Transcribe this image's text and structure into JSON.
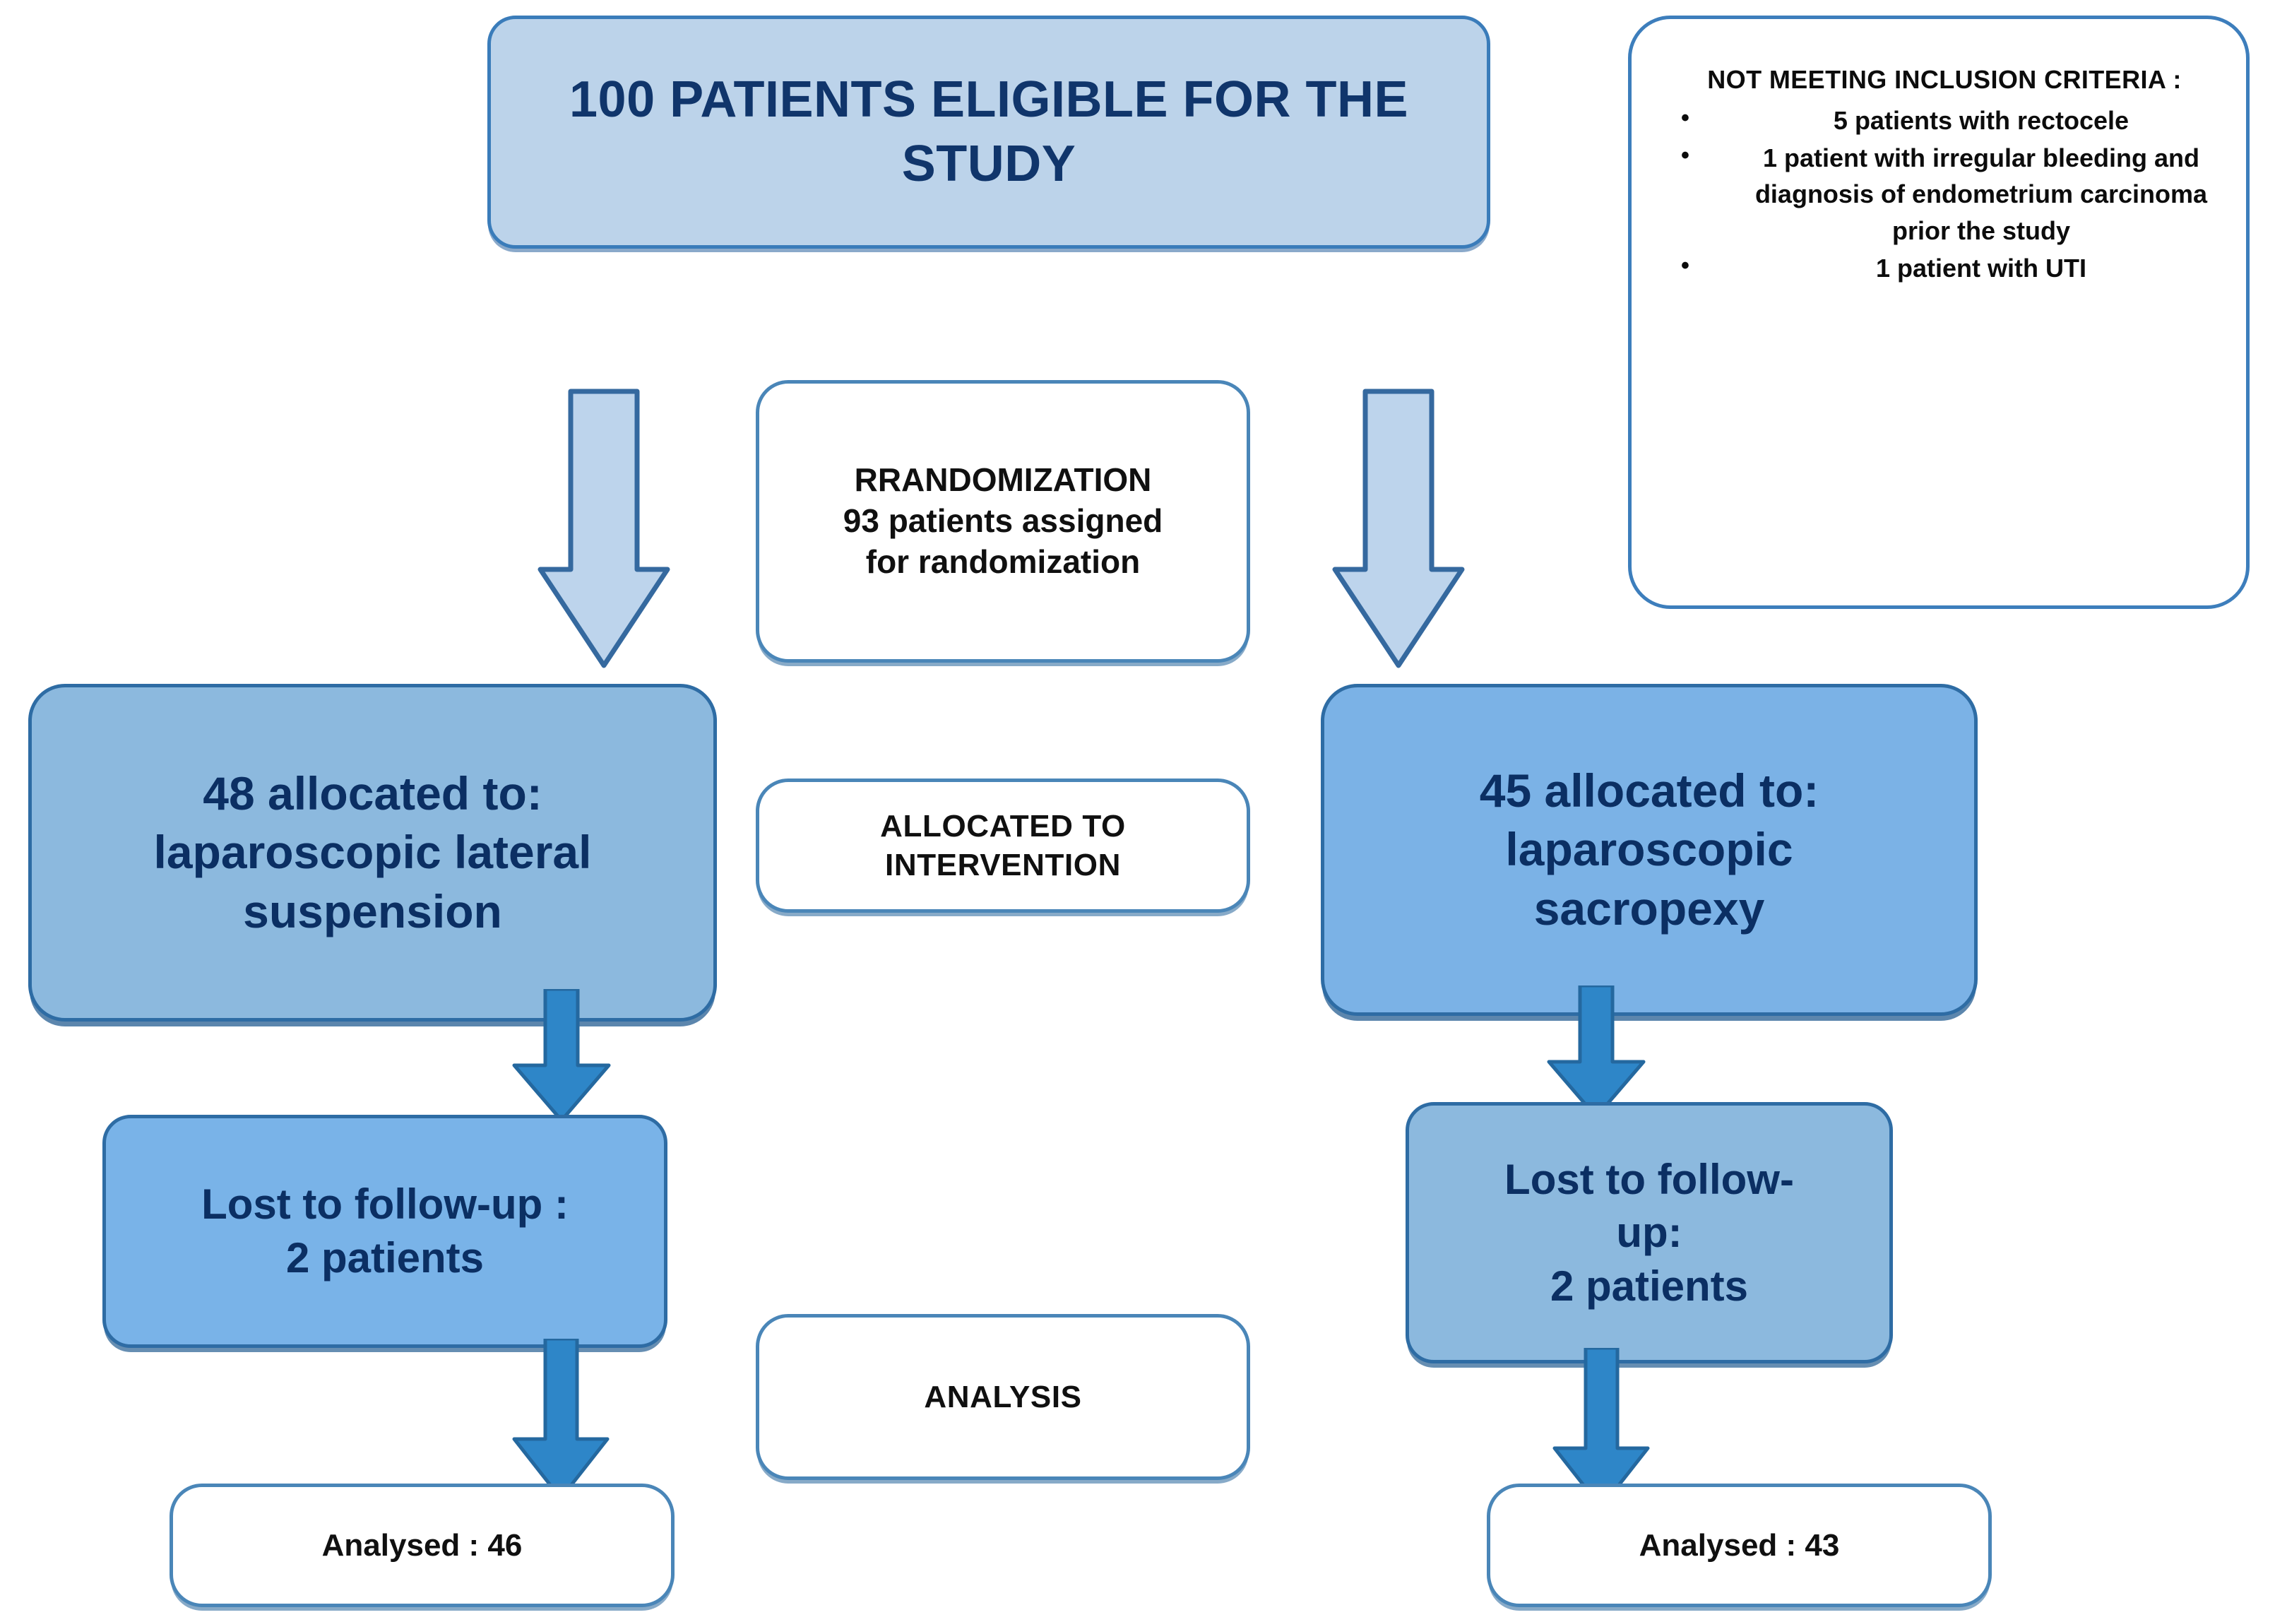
{
  "diagram": {
    "title_box": {
      "text": "100 PATIENTS ELIGIBLE FOR THE STUDY"
    },
    "exclusion_box": {
      "heading": "NOT MEETING INCLUSION CRITERIA :",
      "items": [
        "5 patients with rectocele",
        "1 patient with irregular bleeding and diagnosis of endometrium carcinoma prior the study",
        "1 patient with UTI"
      ]
    },
    "randomization_box": {
      "line1": "RRANDOMIZATION",
      "line2": "93 patients assigned",
      "line3": "for randomization"
    },
    "allocation_label_box": {
      "line1": "ALLOCATED  TO",
      "line2": "INTERVENTION"
    },
    "analysis_label_box": {
      "text": "ANALYSIS"
    },
    "left_arm": {
      "allocated": {
        "line1": "48 allocated to:",
        "line2": "laparoscopic  lateral",
        "line3": "suspension"
      },
      "lost": {
        "line1": "Lost to follow-up :",
        "line2": "2 patients"
      },
      "analysed": "Analysed : 46"
    },
    "right_arm": {
      "allocated": {
        "line1": "45 allocated to:",
        "line2": "laparoscopic",
        "line3": "sacropexy"
      },
      "lost": {
        "line1": "Lost to follow-",
        "line2": "up:",
        "line3": "2 patients"
      },
      "analysed": "Analysed : 43"
    },
    "colors": {
      "outline_blue": "#3d7ebc",
      "light_fill": "#bcd3ea",
      "mid_fill": "#8cb9de",
      "bright_fill": "#7bb2e6",
      "arrow_solid": "#2e86c8",
      "text_navy": "#0b2f63"
    }
  }
}
